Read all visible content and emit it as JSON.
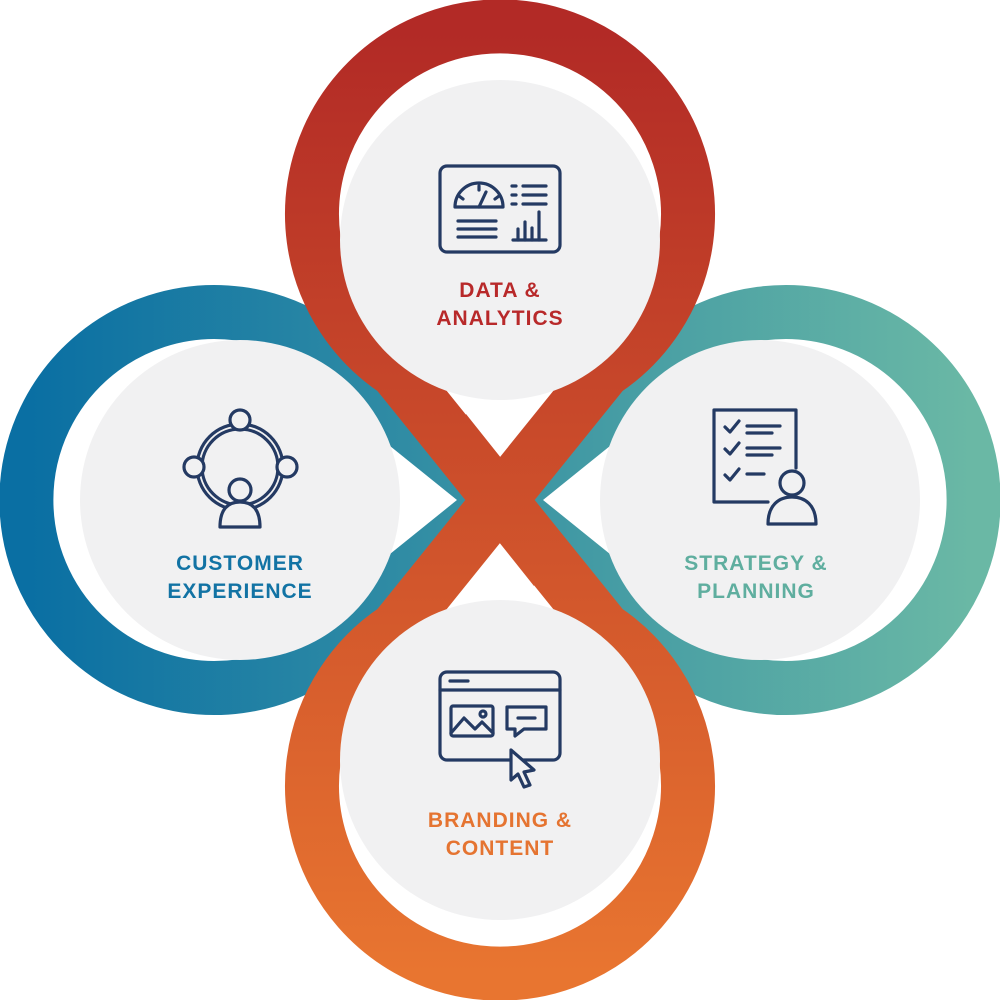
{
  "segments": [
    {
      "id": "data",
      "lines": [
        "DATA &",
        "ANALYTICS"
      ],
      "icon": "dashboard-icon",
      "color": "#b8292a"
    },
    {
      "id": "strategy",
      "lines": [
        "STRATEGY &",
        "PLANNING"
      ],
      "icon": "checklist-person-icon",
      "color": "#5fae9f"
    },
    {
      "id": "customer",
      "lines": [
        "CUSTOMER",
        "EXPERIENCE"
      ],
      "icon": "customer-network-icon",
      "color": "#1273a4"
    },
    {
      "id": "branding",
      "lines": [
        "BRANDING &",
        "CONTENT"
      ],
      "icon": "web-content-icon",
      "color": "#e57431"
    }
  ],
  "colors": {
    "loop_vertical_top": "#b22a26",
    "loop_vertical_bottom": "#e87530",
    "loop_horizontal_left": "#0a6fa3",
    "loop_horizontal_right": "#6ab8a5",
    "disc_fill": "#f1f1f2",
    "icon_stroke": "#243a63"
  }
}
